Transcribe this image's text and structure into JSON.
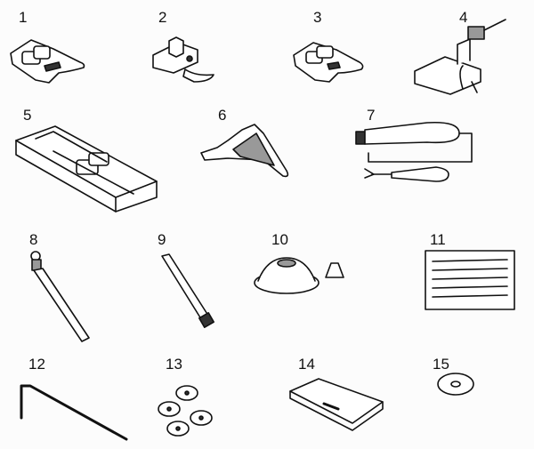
{
  "items": [
    {
      "number": "1",
      "icon": "zigzag-presser-foot"
    },
    {
      "number": "2",
      "icon": "zipper-foot"
    },
    {
      "number": "3",
      "icon": "buttonhole-foot"
    },
    {
      "number": "4",
      "icon": "button-sewing-foot"
    },
    {
      "number": "5",
      "icon": "buttonhole-slider-foot"
    },
    {
      "number": "6",
      "icon": "seam-guide"
    },
    {
      "number": "7",
      "icon": "brush-and-seam-ripper"
    },
    {
      "number": "8",
      "icon": "spool-pin"
    },
    {
      "number": "9",
      "icon": "spool-pin-short"
    },
    {
      "number": "10",
      "icon": "spool-cap"
    },
    {
      "number": "11",
      "icon": "needle-pack"
    },
    {
      "number": "12",
      "icon": "l-screwdriver"
    },
    {
      "number": "13",
      "icon": "bobbins"
    },
    {
      "number": "14",
      "icon": "darning-plate"
    },
    {
      "number": "15",
      "icon": "felt-washer"
    }
  ]
}
